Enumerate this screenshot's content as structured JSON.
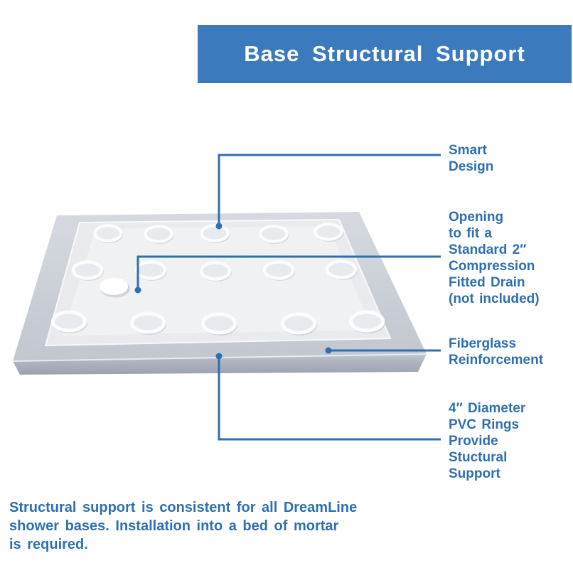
{
  "header": {
    "title": "Base Structural Support"
  },
  "callouts": [
    {
      "id": "smart-design",
      "label": "Smart\nDesign"
    },
    {
      "id": "drain-opening",
      "label": "Opening\nto fit a\nStandard 2″\nCompression\nFitted Drain\n(not included)"
    },
    {
      "id": "fiberglass",
      "label": "Fiberglass\nReinforcement"
    },
    {
      "id": "pvc-rings",
      "label": "4″ Diameter\nPVC Rings\nProvide\nStuctural\nSupport"
    }
  ],
  "footer": {
    "note": "Structural support is consistent for all DreamLine\nshower bases. Installation into a bed of mortar\nis required."
  },
  "illustration": {
    "subject": "shower-base-underside",
    "ring_count": 15,
    "ring_rows": 3,
    "ring_cols": 5,
    "has_drain_opening": true
  },
  "colors": {
    "header_blue": "#3b7bbd",
    "text_blue": "#2e6fb2",
    "callout_line_blue": "#2e6fb2",
    "pan_rim_gray": "#cdd1d8",
    "pan_front_gray": "#a9aeba",
    "floor_white": "#f2f3f5"
  }
}
